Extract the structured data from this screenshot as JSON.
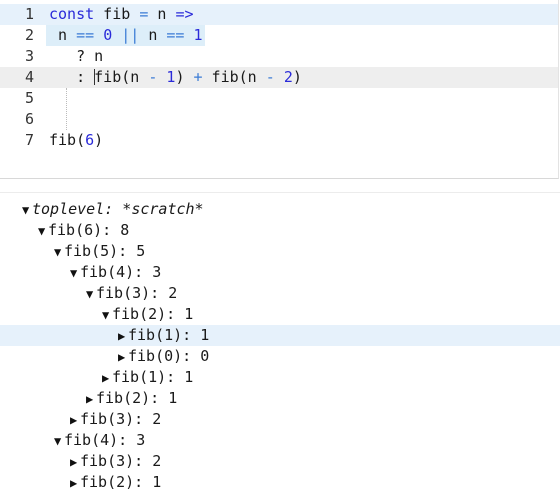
{
  "editor": {
    "lines": [
      {
        "num": "1",
        "tokens": [
          {
            "t": "const",
            "c": "kw"
          },
          {
            "t": " fib ",
            "c": "plain"
          },
          {
            "t": "=",
            "c": "op"
          },
          {
            "t": " n ",
            "c": "plain"
          },
          {
            "t": "=>",
            "c": "kw"
          }
        ]
      },
      {
        "num": "2",
        "tokens": [
          {
            "t": " n ",
            "c": "plain"
          },
          {
            "t": "==",
            "c": "op"
          },
          {
            "t": " ",
            "c": "plain"
          },
          {
            "t": "0",
            "c": "num"
          },
          {
            "t": " ",
            "c": "plain"
          },
          {
            "t": "||",
            "c": "op"
          },
          {
            "t": " n ",
            "c": "plain"
          },
          {
            "t": "==",
            "c": "op"
          },
          {
            "t": " ",
            "c": "plain"
          },
          {
            "t": "1",
            "c": "num"
          }
        ]
      },
      {
        "num": "3",
        "tokens": [
          {
            "t": "   ? n",
            "c": "plain"
          }
        ]
      },
      {
        "num": "4",
        "tokens": [
          {
            "t": "   : ",
            "c": "plain"
          },
          {
            "t": "fib(n ",
            "c": "plain"
          },
          {
            "t": "-",
            "c": "op"
          },
          {
            "t": " ",
            "c": "plain"
          },
          {
            "t": "1",
            "c": "num"
          },
          {
            "t": ") ",
            "c": "plain"
          },
          {
            "t": "+",
            "c": "op"
          },
          {
            "t": " fib(n ",
            "c": "plain"
          },
          {
            "t": "-",
            "c": "op"
          },
          {
            "t": " ",
            "c": "plain"
          },
          {
            "t": "2",
            "c": "num"
          },
          {
            "t": ")",
            "c": "plain"
          }
        ]
      },
      {
        "num": "5",
        "tokens": []
      },
      {
        "num": "6",
        "tokens": []
      },
      {
        "num": "7",
        "tokens": [
          {
            "t": "fib(",
            "c": "plain"
          },
          {
            "t": "6",
            "c": "num"
          },
          {
            "t": ")",
            "c": "plain"
          }
        ]
      }
    ]
  },
  "tree": {
    "rows": [
      {
        "depth": 0,
        "expanded": true,
        "label": "toplevel: *scratch*",
        "italic": true
      },
      {
        "depth": 1,
        "expanded": true,
        "label": "fib(6): 8"
      },
      {
        "depth": 2,
        "expanded": true,
        "label": "fib(5): 5"
      },
      {
        "depth": 3,
        "expanded": true,
        "label": "fib(4): 3"
      },
      {
        "depth": 4,
        "expanded": true,
        "label": "fib(3): 2"
      },
      {
        "depth": 5,
        "expanded": true,
        "label": "fib(2): 1"
      },
      {
        "depth": 6,
        "expanded": false,
        "label": "fib(1): 1",
        "selected": true
      },
      {
        "depth": 6,
        "expanded": false,
        "label": "fib(0): 0"
      },
      {
        "depth": 5,
        "expanded": false,
        "label": "fib(1): 1"
      },
      {
        "depth": 4,
        "expanded": false,
        "label": "fib(2): 1"
      },
      {
        "depth": 3,
        "expanded": false,
        "label": "fib(3): 2"
      },
      {
        "depth": 2,
        "expanded": true,
        "label": "fib(4): 3"
      },
      {
        "depth": 3,
        "expanded": false,
        "label": "fib(3): 2"
      },
      {
        "depth": 3,
        "expanded": false,
        "label": "fib(2): 1"
      }
    ]
  },
  "icons": {
    "expanded": "▼",
    "collapsed": "▶"
  },
  "colors": {
    "keyword": "#2a2ad9",
    "operator": "#3a7bd5",
    "highlight": "#e6f1fb",
    "current_line": "#eeeeee"
  }
}
